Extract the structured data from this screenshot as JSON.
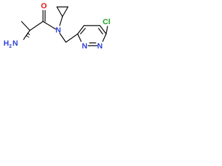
{
  "molecule": {
    "atom_labels": {
      "amine": "H",
      "amine_subscript": "2",
      "amine_n": "N",
      "carbonyl_o": "O",
      "amide_n": "N",
      "ring_n1": "N",
      "ring_n2": "N",
      "chloro": "Cl"
    },
    "colors": {
      "bond": "#000000",
      "nitrogen": "#2d3fd8",
      "oxygen": "#e01010",
      "chlorine": "#1aa01a"
    }
  }
}
